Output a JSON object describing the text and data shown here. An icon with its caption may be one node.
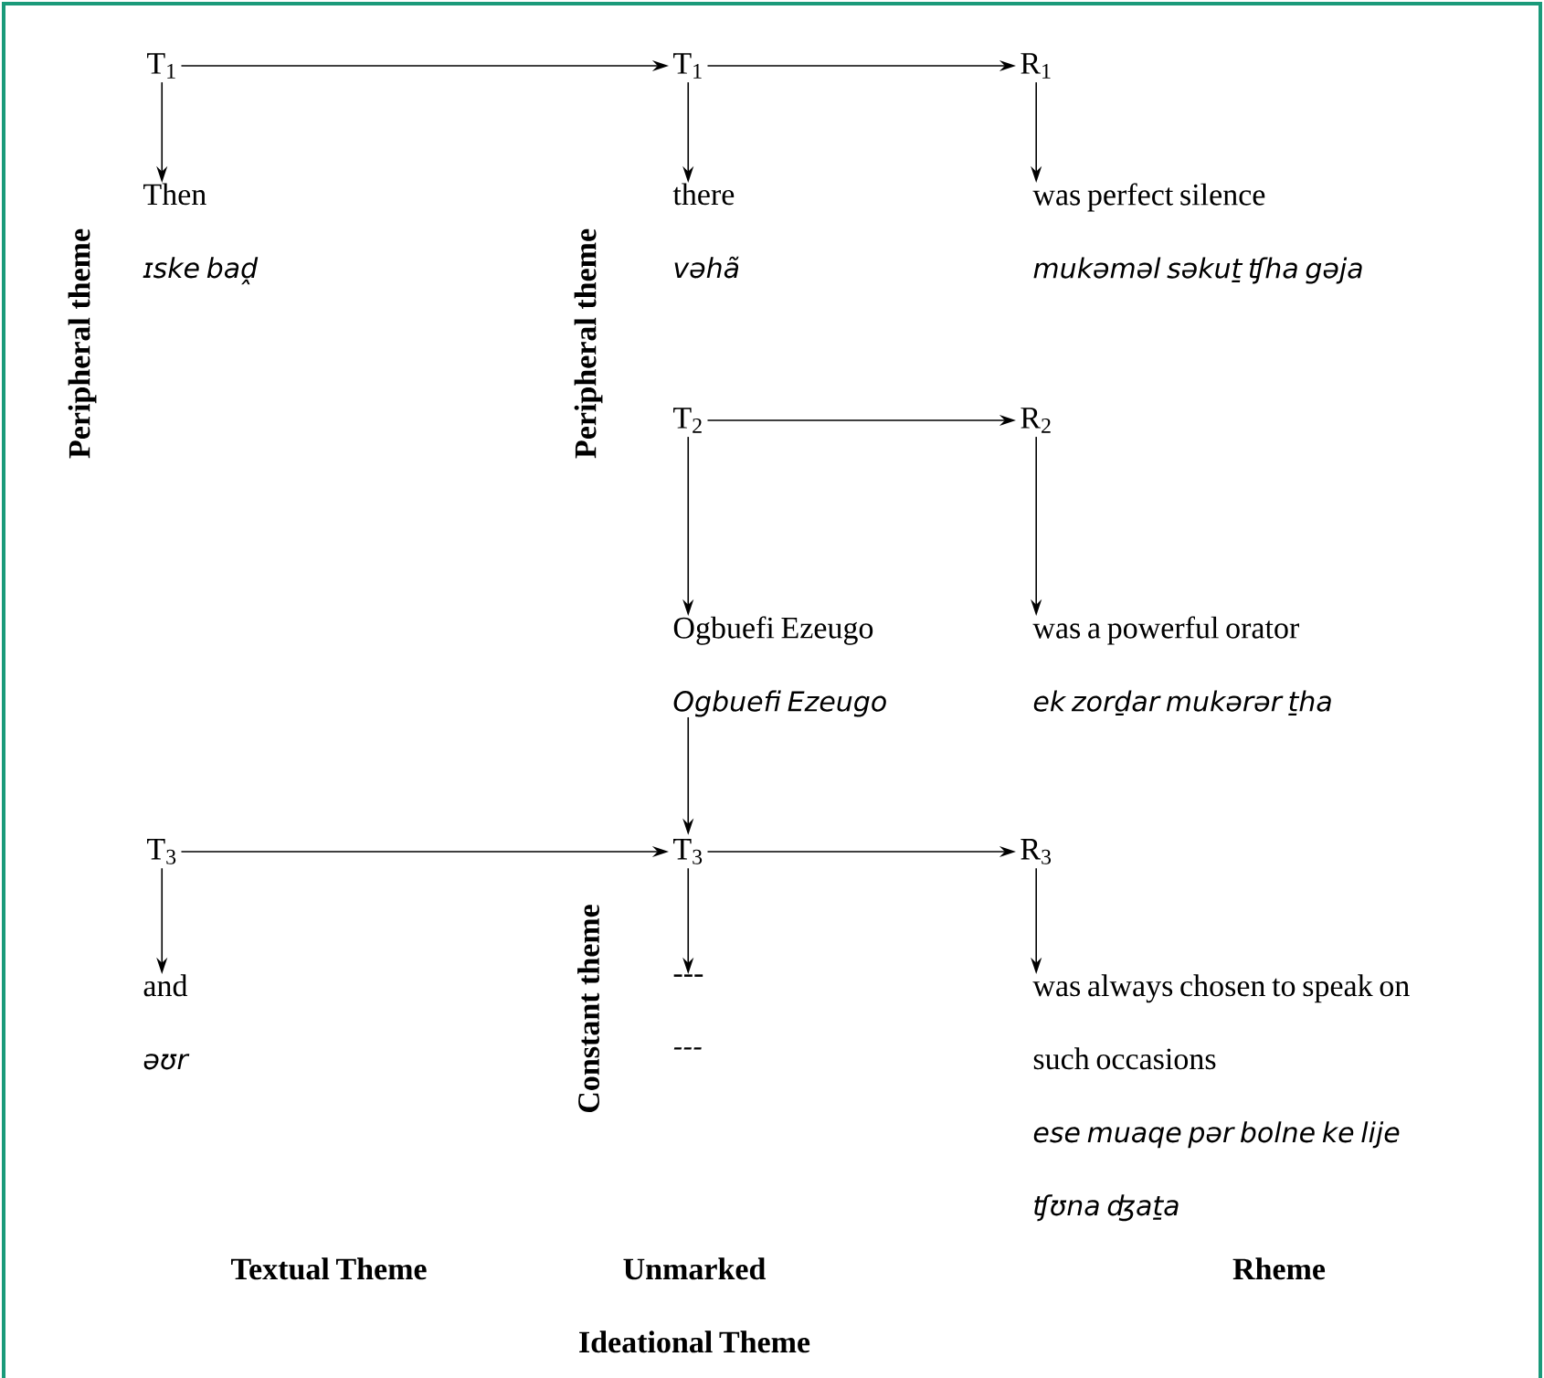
{
  "diagram": {
    "nodes": [
      {
        "text": [
          "T$_{1}$"
        ]
      },
      {
        "text": [
          "T$_{1}$"
        ]
      },
      {
        "text": [
          "R$_{1}$"
        ]
      },
      {
        "text": [
          "Then",
          "ɪske baḓ"
        ]
      },
      {
        "text": [
          "there",
          "vəhã"
        ]
      },
      {
        "text": [
          "was perfect silence",
          "mukəməl səkuṯ ʧha gəja"
        ]
      },
      {
        "text": [
          "T$_{2}$"
        ]
      },
      {
        "text": [
          "R$_{2}$"
        ]
      },
      {
        "text": [
          "Ogbuefi Ezeugo",
          "Ogbuefi Ezeugo"
        ]
      },
      {
        "text": [
          "was a powerful orator",
          "ek zorḏar mukərər ṯha"
        ]
      },
      {
        "text": [
          "T$_{3}$"
        ]
      },
      {
        "text": [
          "T$_{3}$"
        ]
      },
      {
        "text": [
          "R$_{3}$"
        ]
      },
      {
        "text": [
          "and",
          "əʊr"
        ]
      },
      {
        "text": [
          "---",
          "---"
        ]
      },
      {
        "text": [
          "was always chosen to speak on such occasions",
          "ese muaqe pər bolne ke lije ʧʊna ʤaṯa"
        ]
      }
    ],
    "edges": [
      {
        "from": 0,
        "to": 1,
        "arrow": "to"
      },
      {
        "from": 1,
        "to": 2,
        "arrow": "to"
      },
      {
        "from": 0,
        "to": 3,
        "arrow": "to"
      },
      {
        "from": 1,
        "to": 4,
        "arrow": "to"
      },
      {
        "from": 2,
        "to": 5,
        "arrow": "to"
      },
      {
        "from": 6,
        "to": 7,
        "arrow": "to"
      },
      {
        "from": 6,
        "to": 8,
        "arrow": "to"
      },
      {
        "from": 7,
        "to": 9,
        "arrow": "to"
      },
      {
        "from": 8,
        "to": 11,
        "arrow": "to"
      },
      {
        "from": 10,
        "to": 11,
        "arrow": "to"
      },
      {
        "from": 11,
        "to": 12,
        "arrow": "to"
      },
      {
        "from": 10,
        "to": 13,
        "arrow": "to"
      },
      {
        "from": 11,
        "to": 14,
        "arrow": "to"
      },
      {
        "from": 12,
        "to": 15,
        "arrow": "to"
      }
    ],
    "labels": [
      "Peripheral theme",
      "Peripheral theme",
      "Constant theme",
      "Textual Theme",
      "Unmarked Ideational Theme",
      "Rheme"
    ]
  }
}
